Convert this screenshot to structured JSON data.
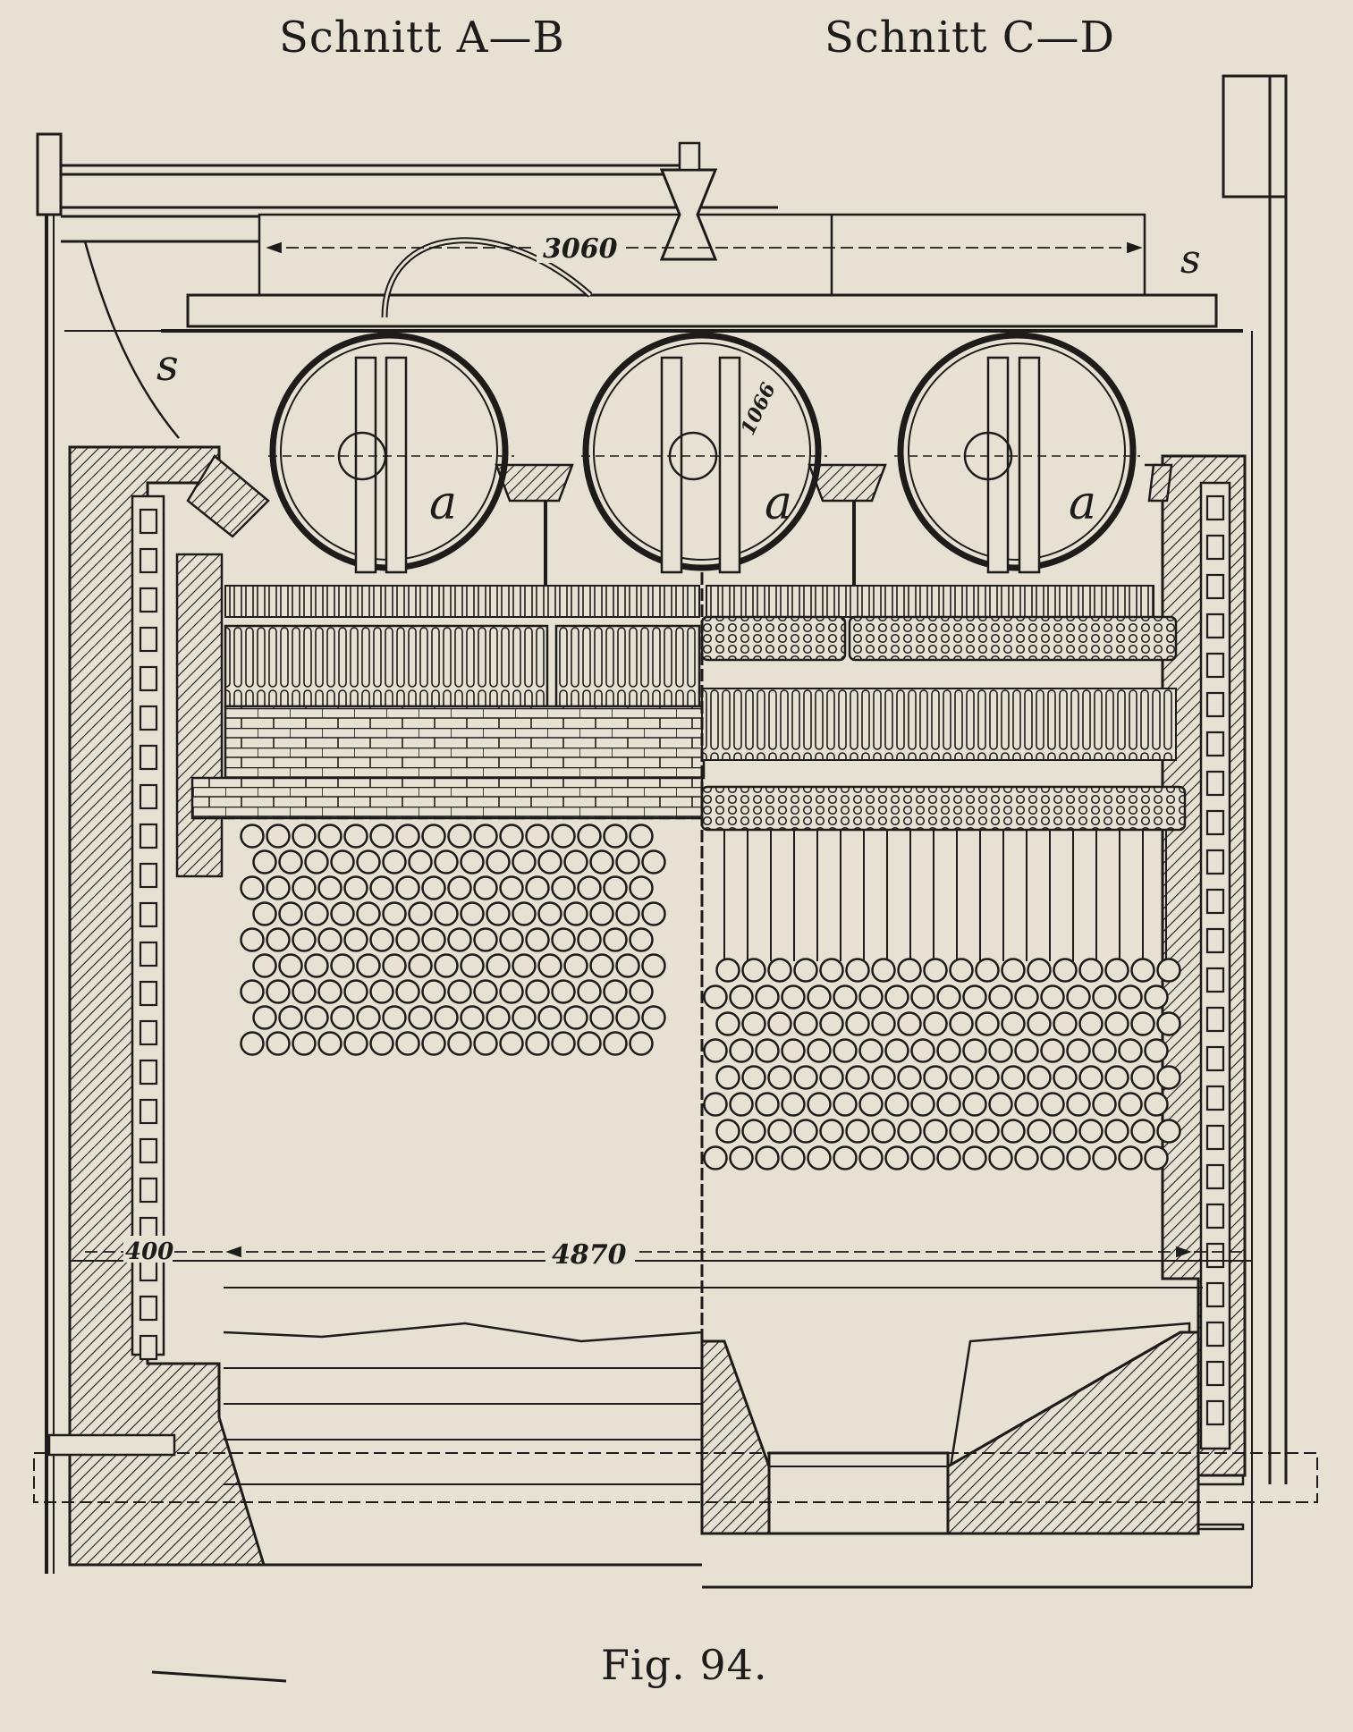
{
  "sections": {
    "left_title": "Schnitt A—B",
    "right_title": "Schnitt C—D"
  },
  "figure": {
    "caption": "Fig. 94."
  },
  "dimensions": {
    "top_width": "3060",
    "inner_width": "4870",
    "wall_thickness": "400",
    "drum_diameter": "1066"
  },
  "labels": {
    "drum_marker": "a",
    "support_marker": "s"
  },
  "colors": {
    "paper": "#e6e1d3",
    "ink": "#1d1c1a"
  }
}
